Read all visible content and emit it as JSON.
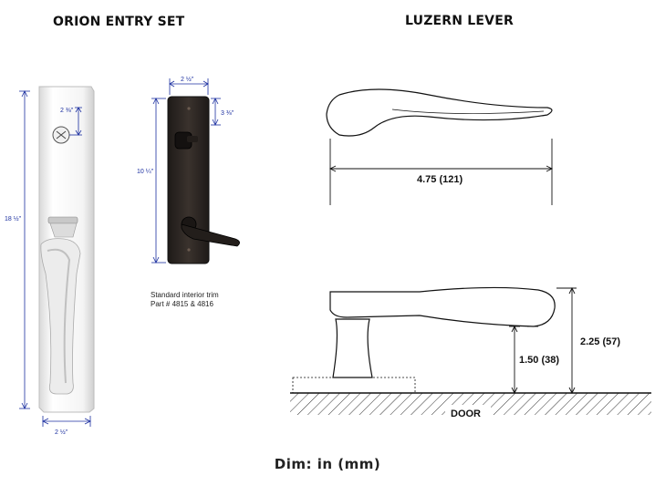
{
  "titles": {
    "left": "ORION ENTRY SET",
    "right": "LUZERN LEVER"
  },
  "entry_set": {
    "dim_height": "18 ½\"",
    "dim_width": "2 ½\"",
    "dim_center": "2 ⅜\""
  },
  "interior_trim": {
    "dim_width": "2 ½\"",
    "dim_height": "10 ¼\"",
    "dim_top": "3 ⅜\"",
    "caption_line1": "Standard interior trim",
    "caption_line2": "Part # 4815 & 4816"
  },
  "lever": {
    "length": "4.75 (121)",
    "height_total": "2.25 (57)",
    "height_base": "1.50 (38)",
    "door_label": "DOOR"
  },
  "footer": "Dim: in (mm)",
  "colors": {
    "dimension_blue": "#1b2fa0",
    "bronze": "#2c2724",
    "line": "#222222"
  }
}
